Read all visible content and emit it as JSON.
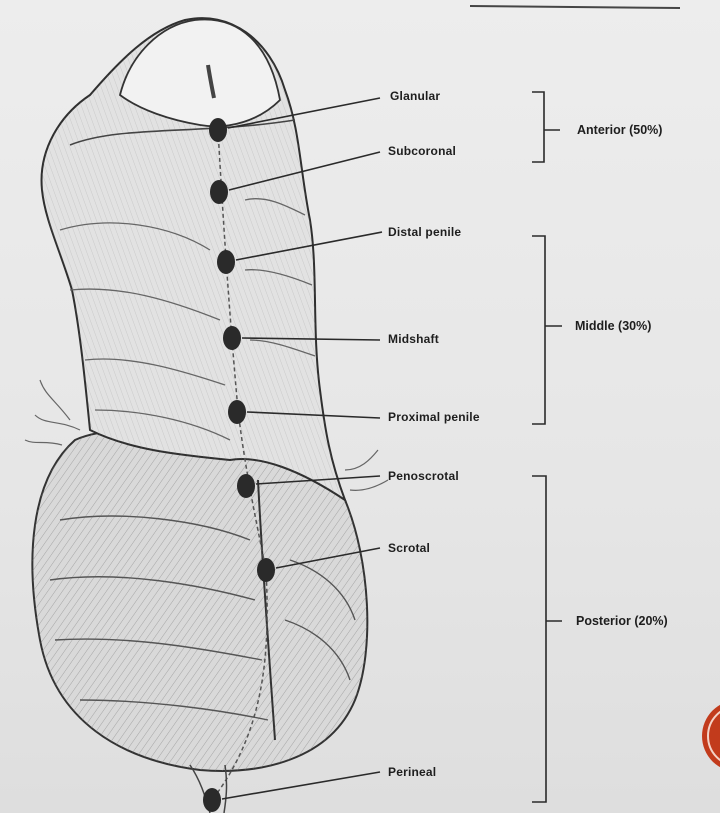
{
  "sites": [
    {
      "label": "Glanular"
    },
    {
      "label": "Subcoronal"
    },
    {
      "label": "Distal penile"
    },
    {
      "label": "Midshaft"
    },
    {
      "label": "Proximal penile"
    },
    {
      "label": "Penoscrotal"
    },
    {
      "label": "Scrotal"
    },
    {
      "label": "Perineal"
    }
  ],
  "groups": [
    {
      "label": "Anterior (50%)"
    },
    {
      "label": "Middle (30%)"
    },
    {
      "label": "Posterior (20%)"
    }
  ],
  "colors": {
    "ink": "#1e1e1e",
    "marker": "#2a2a2a",
    "accent": "#c23b1c"
  }
}
